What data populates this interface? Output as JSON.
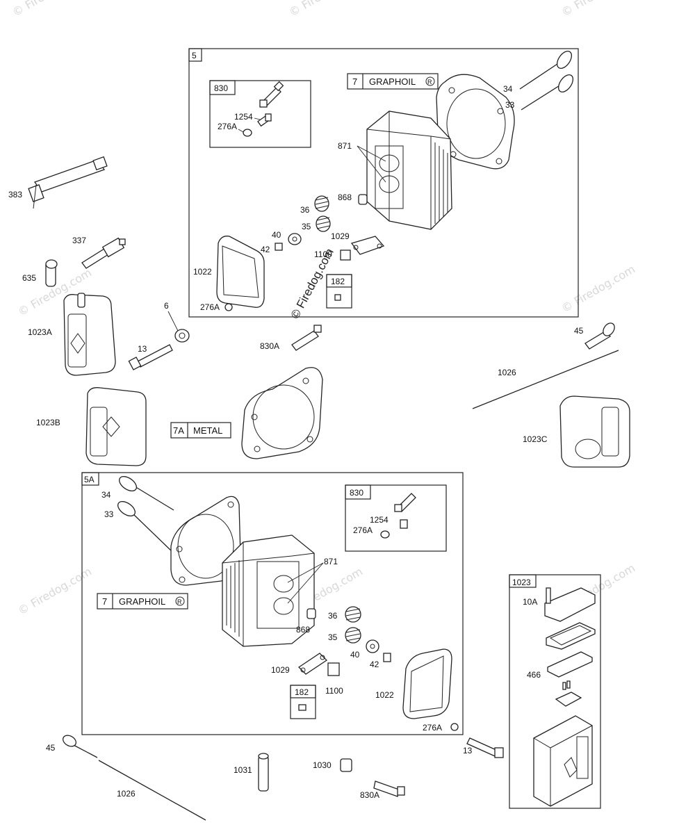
{
  "watermark": "© Firedog.com",
  "groups": {
    "g5": "5",
    "g5A": "5A",
    "g830_top": "830",
    "g830_bottom": "830",
    "g1023": "1023",
    "g182_top": "182",
    "g182_bottom": "182"
  },
  "callouts": {
    "graphoil_top": {
      "num": "7",
      "text": "GRAPHOIL",
      "mark": "R"
    },
    "graphoil_bottom": {
      "num": "7",
      "text": "GRAPHOIL",
      "mark": "R"
    },
    "metal": {
      "num": "7A",
      "text": "METAL"
    }
  },
  "labels": {
    "p34_top": "34",
    "p33_top": "33",
    "p1254_top": "1254",
    "p276A_top": "276A",
    "p871_top": "871",
    "p868_top": "868",
    "p36_top": "36",
    "p35_top": "35",
    "p40_top": "40",
    "p42_top": "42",
    "p1029_top": "1029",
    "p1100_top": "1100",
    "p1022_top": "1022",
    "p276A_gasket_top": "276A",
    "p383": "383",
    "p337": "337",
    "p635": "635",
    "p1023A": "1023A",
    "p6": "6",
    "p13_top": "13",
    "p830A_mid": "830A",
    "p45_right": "45",
    "p1026_right": "1026",
    "p1023B": "1023B",
    "p1023C": "1023C",
    "p34_bot": "34",
    "p33_bot": "33",
    "p1254_bot": "1254",
    "p276A_bot": "276A",
    "p871_bot": "871",
    "p868_bot": "868",
    "p36_bot": "36",
    "p35_bot": "35",
    "p40_bot": "40",
    "p42_bot": "42",
    "p1029_bot": "1029",
    "p1100_bot": "1100",
    "p1022_bot": "1022",
    "p276A_gasket_bot": "276A",
    "p10A": "10A",
    "p466": "466",
    "p13_bot": "13",
    "p45_left": "45",
    "p1026_left": "1026",
    "p1031": "1031",
    "p1030": "1030",
    "p830A_bot": "830A"
  }
}
